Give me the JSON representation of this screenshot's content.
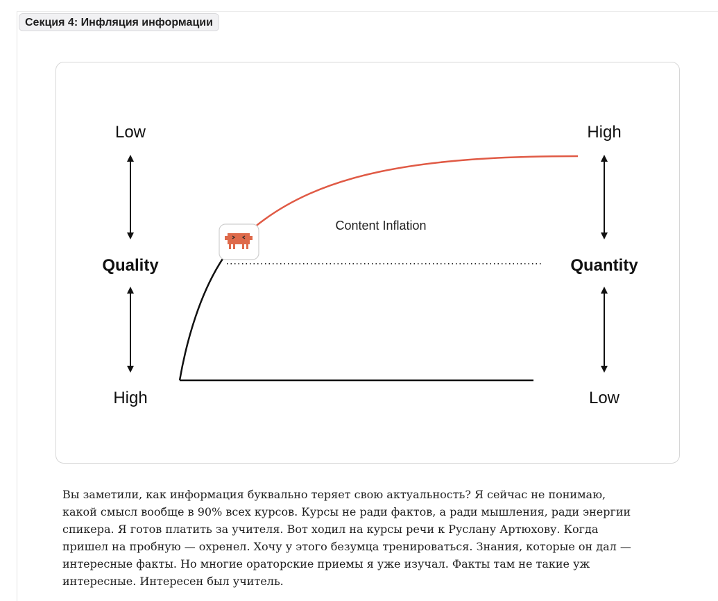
{
  "section": {
    "badge": "Секция 4: Инфляция информации"
  },
  "diagram": {
    "left_axis": {
      "top_label": "Low",
      "middle_label": "Quality",
      "bottom_label": "High"
    },
    "right_axis": {
      "top_label": "High",
      "middle_label": "Quantity",
      "bottom_label": "Low"
    },
    "curve_label": "Content Inflation",
    "quantity_curve_color": "#e05a45",
    "quality_curve_color": "#111111",
    "icon": "pixel-robot-icon",
    "icon_color": "#de6a4b"
  },
  "article": {
    "paragraph": "Вы заметили, как информация буквально теряет свою актуальность? Я сейчас не понимаю, какой смысл вообще в 90% всех курсов. Курсы не ради фактов, а ради мышления, ради энергии спикера. Я готов платить за учителя. Вот ходил на курсы речи к Руслану Артюхову. Когда пришел на пробную — охренел. Хочу у этого безумца тренироваться. Знания, которые он дал — интересные факты. Но многие ораторские приемы я уже изучал. Факты там не такие уж интересные. Интересен был учитель."
  }
}
